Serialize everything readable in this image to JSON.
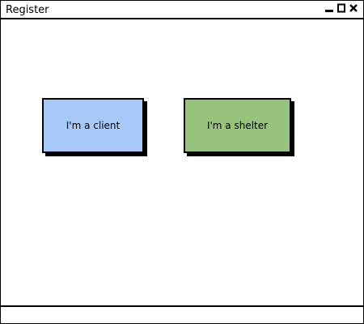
{
  "window": {
    "title": "Register",
    "controls": [
      "minimize-icon",
      "maximize-icon",
      "close-icon"
    ]
  },
  "buttons": {
    "client": {
      "label": "I'm a client",
      "color": "#a8c8f8"
    },
    "shelter": {
      "label": "I'm a shelter",
      "color": "#96c47c"
    }
  },
  "statusbar": {
    "text": ""
  }
}
